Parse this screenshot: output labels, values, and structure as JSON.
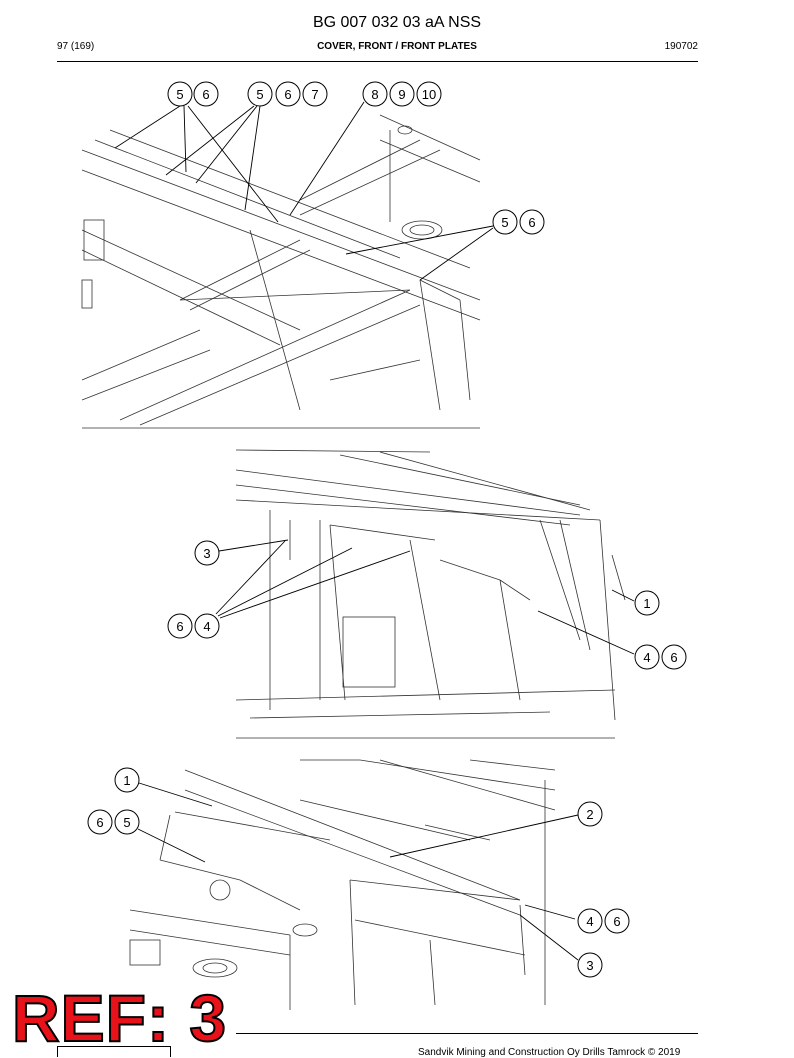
{
  "header": {
    "title": "BG 007 032 03 aA NSS",
    "page": "97 (169)",
    "section": "COVER, FRONT / FRONT PLATES",
    "code": "190702"
  },
  "footer": {
    "copyright": "Sandvik Mining and Construction Oy Drills Tamrock © 2019"
  },
  "stamp": {
    "text": "REF: 3",
    "color": "#e8131a"
  },
  "figure1": {
    "labels": [
      "5",
      "6",
      "5",
      "6",
      "7",
      "8",
      "9",
      "10",
      "5",
      "6"
    ]
  },
  "figure2": {
    "labels": [
      "3",
      "6",
      "4",
      "1",
      "4",
      "6"
    ]
  },
  "figure3": {
    "labels": [
      "1",
      "6",
      "5",
      "2",
      "4",
      "6",
      "3"
    ]
  }
}
